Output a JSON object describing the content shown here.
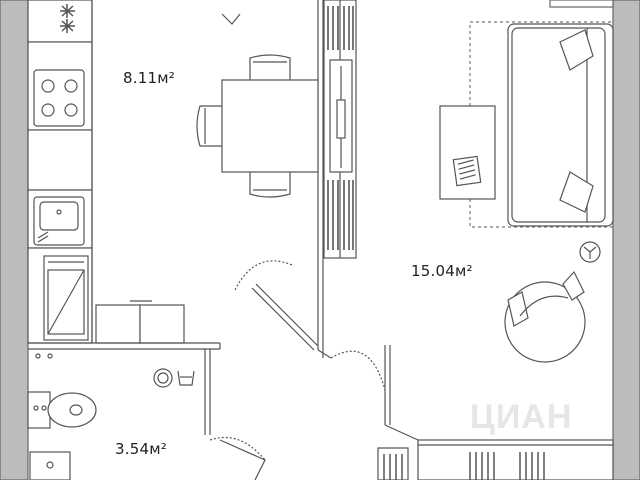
{
  "rooms": [
    {
      "id": "kitchen",
      "area": "8.11м²"
    },
    {
      "id": "living",
      "area": "15.04м²"
    },
    {
      "id": "bathroom",
      "area": "3.54м²"
    }
  ],
  "watermark": "ЦИАН",
  "colors": {
    "wall": "#b9b9b9",
    "line": "#555555",
    "watermark": "#e6e6e6"
  }
}
